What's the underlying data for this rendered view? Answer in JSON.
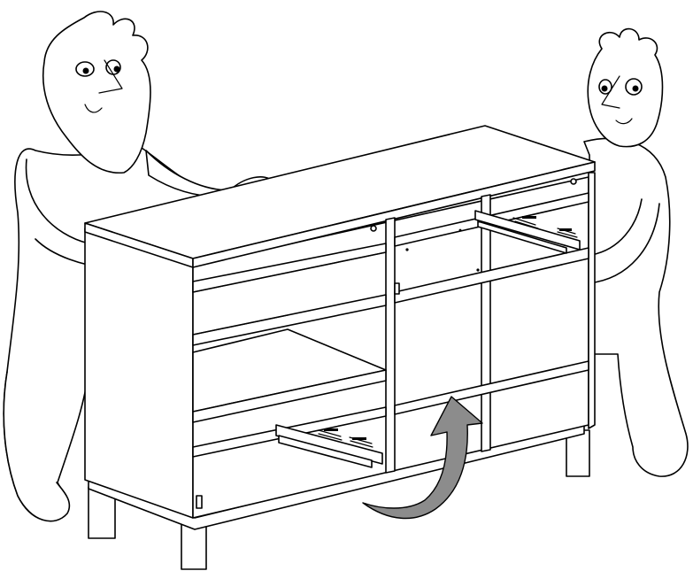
{
  "illustration": {
    "figures": [
      "person-left",
      "person-right"
    ],
    "object": "sideboard",
    "arrow_color": "#8c8c8c",
    "line_color": "#000000",
    "background": "#ffffff"
  }
}
